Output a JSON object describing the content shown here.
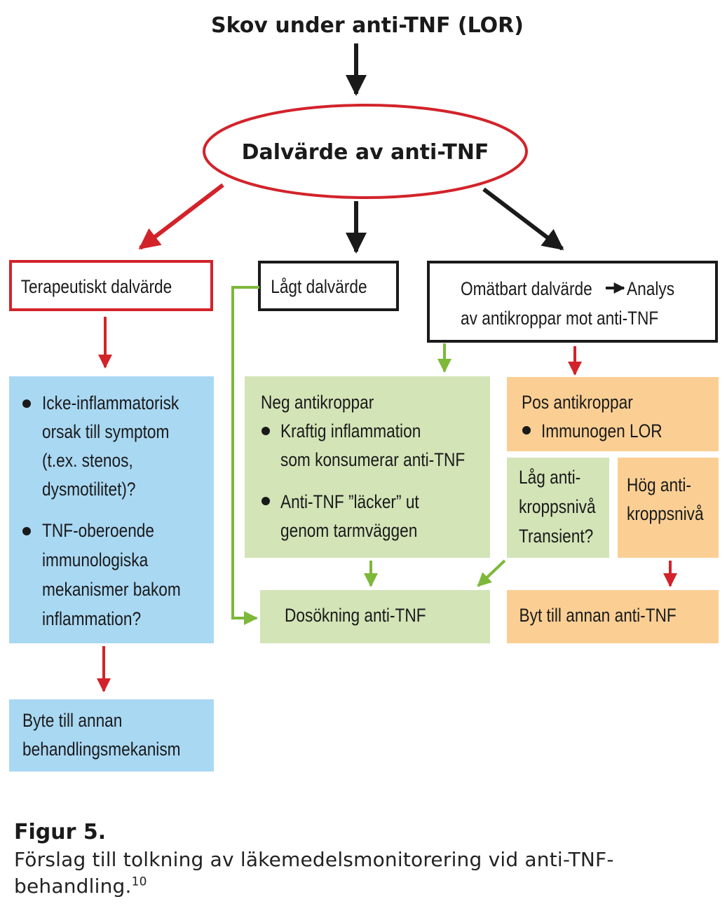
{
  "title": "Skov under anti-TNF (LOR)",
  "ellipse": "Dalvärde av anti-TNF",
  "boxes": {
    "therapeutic": "Terapeutiskt dalvärde",
    "low": "Lågt dalvärde",
    "unmeasurable": {
      "line1": "Omätbart dalvärde",
      "line1b": "Analys",
      "line2": "av antikroppar mot anti-TNF"
    }
  },
  "blue_box": {
    "bullet1": [
      "Icke-inflammatorisk",
      "orsak till symptom",
      "(t.ex. stenos,",
      "dysmotilitet)?"
    ],
    "bullet2": [
      "TNF-oberoende",
      "immunologiska",
      "mekanismer bakom",
      "inflammation?"
    ]
  },
  "switch_mechanism": [
    "Byte till annan",
    "behandlingsmekanism"
  ],
  "neg": {
    "heading": "Neg antikroppar",
    "bullet1": [
      "Kraftig inflammation",
      "som konsumerar anti-TNF"
    ],
    "bullet2": [
      "Anti-TNF ”läcker” ut",
      "genom tarmväggen"
    ]
  },
  "pos": {
    "heading": "Pos antikroppar",
    "bullet1": "Immunogen LOR"
  },
  "low_ab": [
    "Låg anti-",
    "kroppsnivå",
    "Transient?"
  ],
  "high_ab": [
    "Hög anti-",
    "kroppsnivå"
  ],
  "dose_increase": "Dosökning anti-TNF",
  "switch_tnf": "Byt till annan anti-TNF",
  "caption": {
    "label": "Figur 5.",
    "text": "Förslag till tolkning av läkemedelsmonitorering vid anti-TNF-behandling.",
    "ref": "10"
  },
  "colors": {
    "red": "#d2232a",
    "black": "#1a1a1a",
    "green": "#7db83a",
    "blue_fill": "#a9d8f3",
    "green_fill": "#d3e4b7",
    "orange_fill": "#fbcf94"
  }
}
